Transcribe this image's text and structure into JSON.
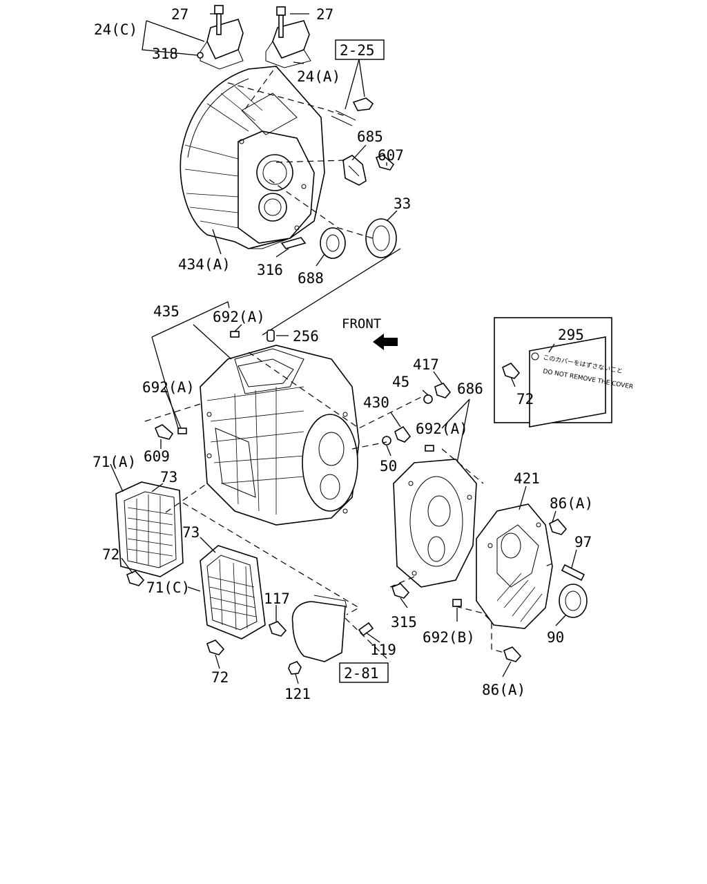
{
  "labels": {
    "l27a": "27",
    "l27b": "27",
    "l24c": "24(C)",
    "l318": "318",
    "l24a": "24(A)",
    "ref225": "2-25",
    "l685": "685",
    "l607": "607",
    "l33": "33",
    "l434a": "434(A)",
    "l316": "316",
    "l688": "688",
    "l435": "435",
    "l692a1": "692(A)",
    "l256": "256",
    "front": "FRONT",
    "l417": "417",
    "l45": "45",
    "l686": "686",
    "l430": "430",
    "l692a2": "692(A)",
    "l692a3": "692(A)",
    "l609": "609",
    "l50": "50",
    "l71a": "71(A)",
    "l73a": "73",
    "l421": "421",
    "l86a1": "86(A)",
    "l97": "97",
    "l72a": "72",
    "l71c": "71(C)",
    "l73b": "73",
    "l117": "117",
    "l315": "315",
    "l692b": "692(B)",
    "l90": "90",
    "l119": "119",
    "ref281": "2-81",
    "l72b": "72",
    "l121": "121",
    "l86a2": "86(A)",
    "l295": "295",
    "l72c": "72",
    "plate_line1": "このカバーをはずさないこと",
    "plate_line2": "DO NOT REMOVE THE COVER"
  }
}
